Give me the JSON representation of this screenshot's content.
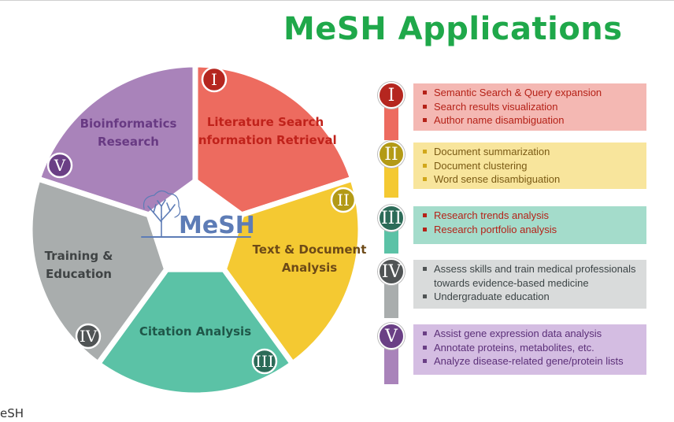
{
  "title": "MeSH Applications",
  "logo_text": "MeSH",
  "caption": "eSH",
  "segments": [
    {
      "numeral": "I",
      "lines": [
        "Literature Search",
        "Information Retrieval"
      ],
      "color": "#ed6b5f",
      "badge_color": "#b5261f",
      "text_color": "#c0221b"
    },
    {
      "numeral": "II",
      "lines": [
        "Text & Document",
        "Analysis"
      ],
      "color": "#f4c932",
      "badge_color": "#b39a16",
      "text_color": "#6d4a17"
    },
    {
      "numeral": "III",
      "lines": [
        "Citation Analysis"
      ],
      "color": "#5bc2a6",
      "badge_color": "#2c6b58",
      "text_color": "#1f5749"
    },
    {
      "numeral": "IV",
      "lines": [
        "Training &",
        "Education"
      ],
      "color": "#a9adad",
      "badge_color": "#505455",
      "text_color": "#3f4344"
    },
    {
      "numeral": "V",
      "lines": [
        "Bioinformatics",
        "Research"
      ],
      "color": "#a983ba",
      "badge_color": "#6a3f85",
      "text_color": "#683a83"
    }
  ],
  "panels": [
    {
      "numeral": "I",
      "items": [
        "Semantic Search & Query expansion",
        "Search results visualization",
        "Author name disambiguation"
      ],
      "bg": "#f4b8b3",
      "stem": "#ed6b5f",
      "badge": "#b5261f",
      "text": "#b52218",
      "bullet": "#b52218"
    },
    {
      "numeral": "II",
      "items": [
        "Document summarization",
        "Document clustering",
        "Word sense disambiguation"
      ],
      "bg": "#f8e59c",
      "stem": "#f4c932",
      "badge": "#b39a16",
      "text": "#7a5a14",
      "bullet": "#d1a71a"
    },
    {
      "numeral": "III",
      "items": [
        "Research trends analysis",
        "Research portfolio analysis"
      ],
      "bg": "#a4dccb",
      "stem": "#5bc2a6",
      "badge": "#2c6b58",
      "text": "#b52218",
      "bullet": "#b52218"
    },
    {
      "numeral": "IV",
      "items": [
        "Assess skills and train medical professionals towards evidence-based medicine",
        "Undergraduate education"
      ],
      "bg": "#d9dbdb",
      "stem": "#a9adad",
      "badge": "#505455",
      "text": "#3c4446",
      "bullet": "#505455"
    },
    {
      "numeral": "V",
      "items": [
        "Assist gene expression data analysis",
        "Annotate proteins, metabolites, etc.",
        "Analyze disease-related gene/protein lists"
      ],
      "bg": "#d4bde2",
      "stem": "#a983ba",
      "badge": "#6a3f85",
      "text": "#5b2f78",
      "bullet": "#6a3f85"
    }
  ]
}
